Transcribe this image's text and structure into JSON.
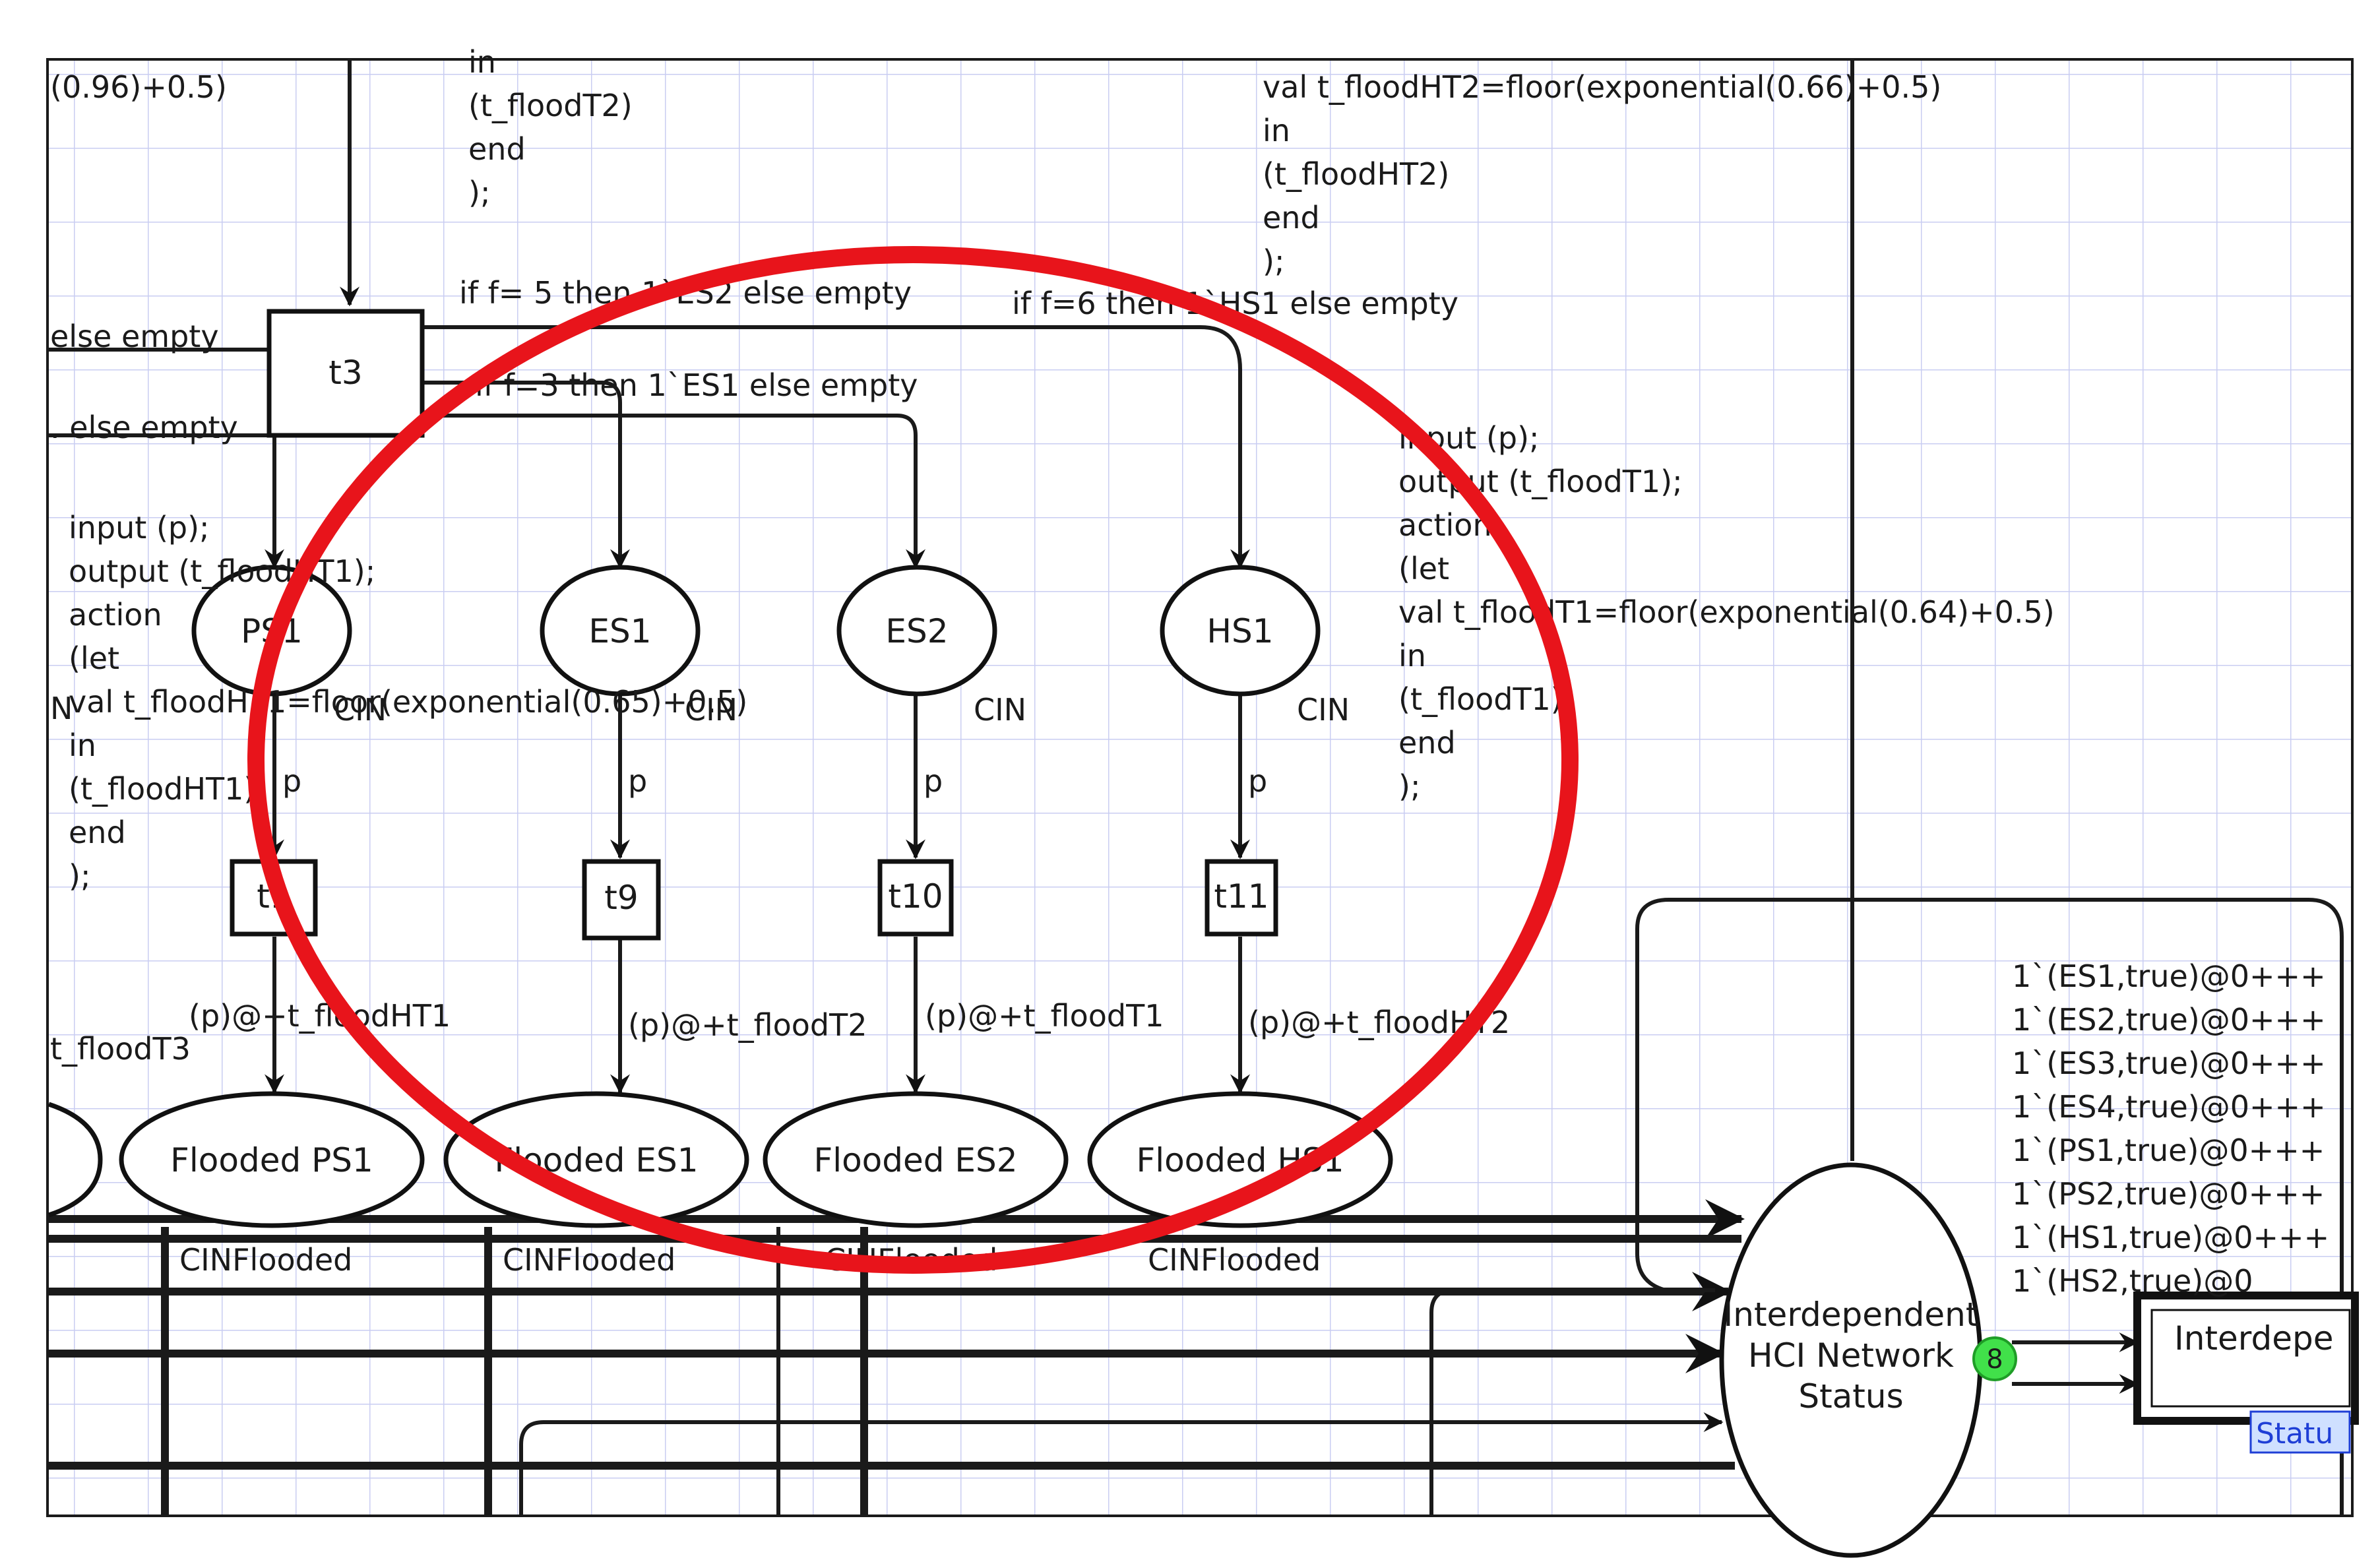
{
  "code_blocks": {
    "top_left_fragment": "(0.96)+0.5)",
    "top_mid": [
      "in",
      "(t_floodT2)",
      "end",
      ");"
    ],
    "top_right": [
      "val t_floodHT2=floor(exponential(0.66)+0.5)",
      "in",
      "(t_floodHT2)",
      "end",
      ");"
    ],
    "left": [
      "input (p);",
      "output (t_floodHT1);",
      "action",
      "(let",
      "val t_floodHT1=floor(exponential(0.65)+0.5)",
      "in",
      "(t_floodHT1)",
      "end",
      ");"
    ],
    "right": [
      "input (p);",
      "output (t_floodT1);",
      "action",
      "(let",
      "val t_floodT1=floor(exponential(0.64)+0.5)",
      "in",
      "(t_floodT1)",
      "end",
      ");"
    ]
  },
  "arc_labels": {
    "else_top": "else empty",
    "else_mid": ". else empty",
    "if_es2": "if f= 5 then 1`ES2 else empty",
    "if_es1": "if f=3  then 1`ES1 else empty",
    "if_hs1": "if f=6  then 1`HS1 else empty",
    "p": "p",
    "out_ps1": "(p)@+t_floodHT1",
    "out_es1": "(p)@+t_floodT2",
    "out_es2": "(p)@+t_floodT1",
    "out_hs1": "(p)@+t_floodHT2",
    "left_out": "t_floodT3"
  },
  "transitions": {
    "t3": "t3",
    "t1": "t1",
    "t9": "t9",
    "t10": "t10",
    "t11": "t11",
    "interdependent": "Interdepe"
  },
  "places": {
    "ps1": "PS1",
    "es1": "ES1",
    "es2": "ES2",
    "hs1": "HS1",
    "flooded_ps1": "Flooded PS1",
    "flooded_es1": "Flooded ES1",
    "flooded_es2": "Flooded ES2",
    "flooded_hs1": "Flooded HS1",
    "network_status": [
      "Interdependent",
      "HCI Network",
      "Status"
    ]
  },
  "color_sets": {
    "cin": "CIN",
    "cin_left": "N",
    "cinflooded": "CINFlooded"
  },
  "marking": {
    "count": "8",
    "lines": [
      "1`(ES1,true)@0+++",
      "1`(ES2,true)@0+++",
      "1`(ES3,true)@0+++",
      "1`(ES4,true)@0+++",
      "1`(PS1,true)@0+++",
      "1`(PS2,true)@0+++",
      "1`(HS1,true)@0+++",
      "1`(HS2,true)@0"
    ]
  },
  "status_tag": "Statu",
  "colors": {
    "highlight_ellipse": "#e8141b",
    "grid": "#c9cdf2",
    "token_badge": "#41e04a",
    "status_tag_fill": "#cfe0ff"
  }
}
